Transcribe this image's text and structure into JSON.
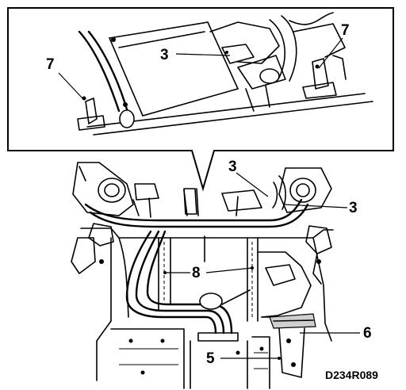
{
  "diagram": {
    "drawing_code": "D234R089",
    "callouts": {
      "inset_3": "3",
      "inset_7_left": "7",
      "inset_7_right": "7",
      "main_3_top": "3",
      "main_3_right": "3",
      "main_8": "8",
      "main_6": "6",
      "main_5": "5"
    }
  }
}
